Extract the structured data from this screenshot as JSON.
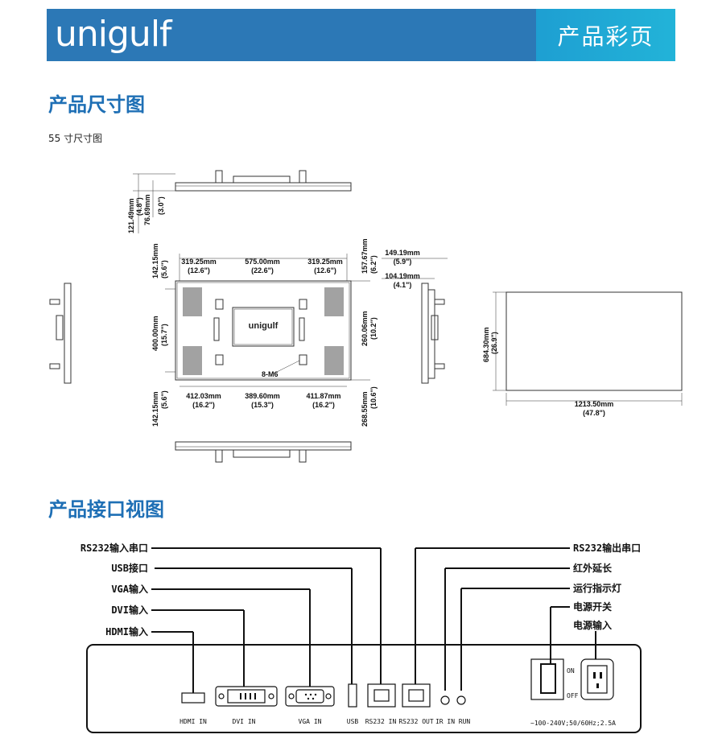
{
  "header": {
    "logo": "unigulf",
    "title": "产品彩页"
  },
  "section1": {
    "title": "产品尺寸图",
    "caption": "55 寸尺寸图"
  },
  "dims": {
    "d1": "121.49mm",
    "d1i": "(4.8\")",
    "d2": "76.69mm",
    "d2i": "(3.0\")",
    "t1": "319.25mm",
    "t1i": "(12.6\")",
    "t2": "575.00mm",
    "t2i": "(22.6\")",
    "t3": "319.25mm",
    "t3i": "(12.6\")",
    "l1": "142.15mm",
    "l1i": "(5.6\")",
    "l2": "400.00mm",
    "l2i": "(15.7\")",
    "l3": "142.15mm",
    "l3i": "(5.6\")",
    "r1": "157.67mm",
    "r1i": "(6.2\")",
    "r2": "260.06mm",
    "r2i": "(10.2\")",
    "r3": "268.55mm",
    "r3i": "(10.6\")",
    "b1": "412.03mm",
    "b1i": "(16.2\")",
    "b2": "389.60mm",
    "b2i": "(15.3\")",
    "b3": "411.87mm",
    "b3i": "(16.2\")",
    "s1": "149.19mm",
    "s1i": "(5.9\")",
    "s2": "104.19mm",
    "s2i": "(4.1\")",
    "f1": "684.30mm",
    "f1i": "(26.9\")",
    "f2": "1213.50mm",
    "f2i": "(47.8\")",
    "m6": "8-M6",
    "panel_logo": "unigulf"
  },
  "section2": {
    "title": "产品接口视图"
  },
  "callouts": {
    "rs232in": "RS232输入串口",
    "usb": "USB接口",
    "vga": "VGA输入",
    "dvi": "DVI输入",
    "hdmi": "HDMI输入",
    "rs232out": "RS232输出串口",
    "ir": "红外延长",
    "run": "运行指示灯",
    "power_switch": "电源开关",
    "power_in": "电源输入"
  },
  "ports": {
    "hdmi": "HDMI IN",
    "dvi": "DVI IN",
    "vga": "VGA IN",
    "usb": "USB",
    "rs232in": "RS232 IN",
    "rs232out": "RS232 OUT",
    "ir": "IR IN",
    "run": "RUN",
    "on": "ON",
    "off": "OFF",
    "power_spec": "~100-240V;50/60Hz;2.5A"
  }
}
